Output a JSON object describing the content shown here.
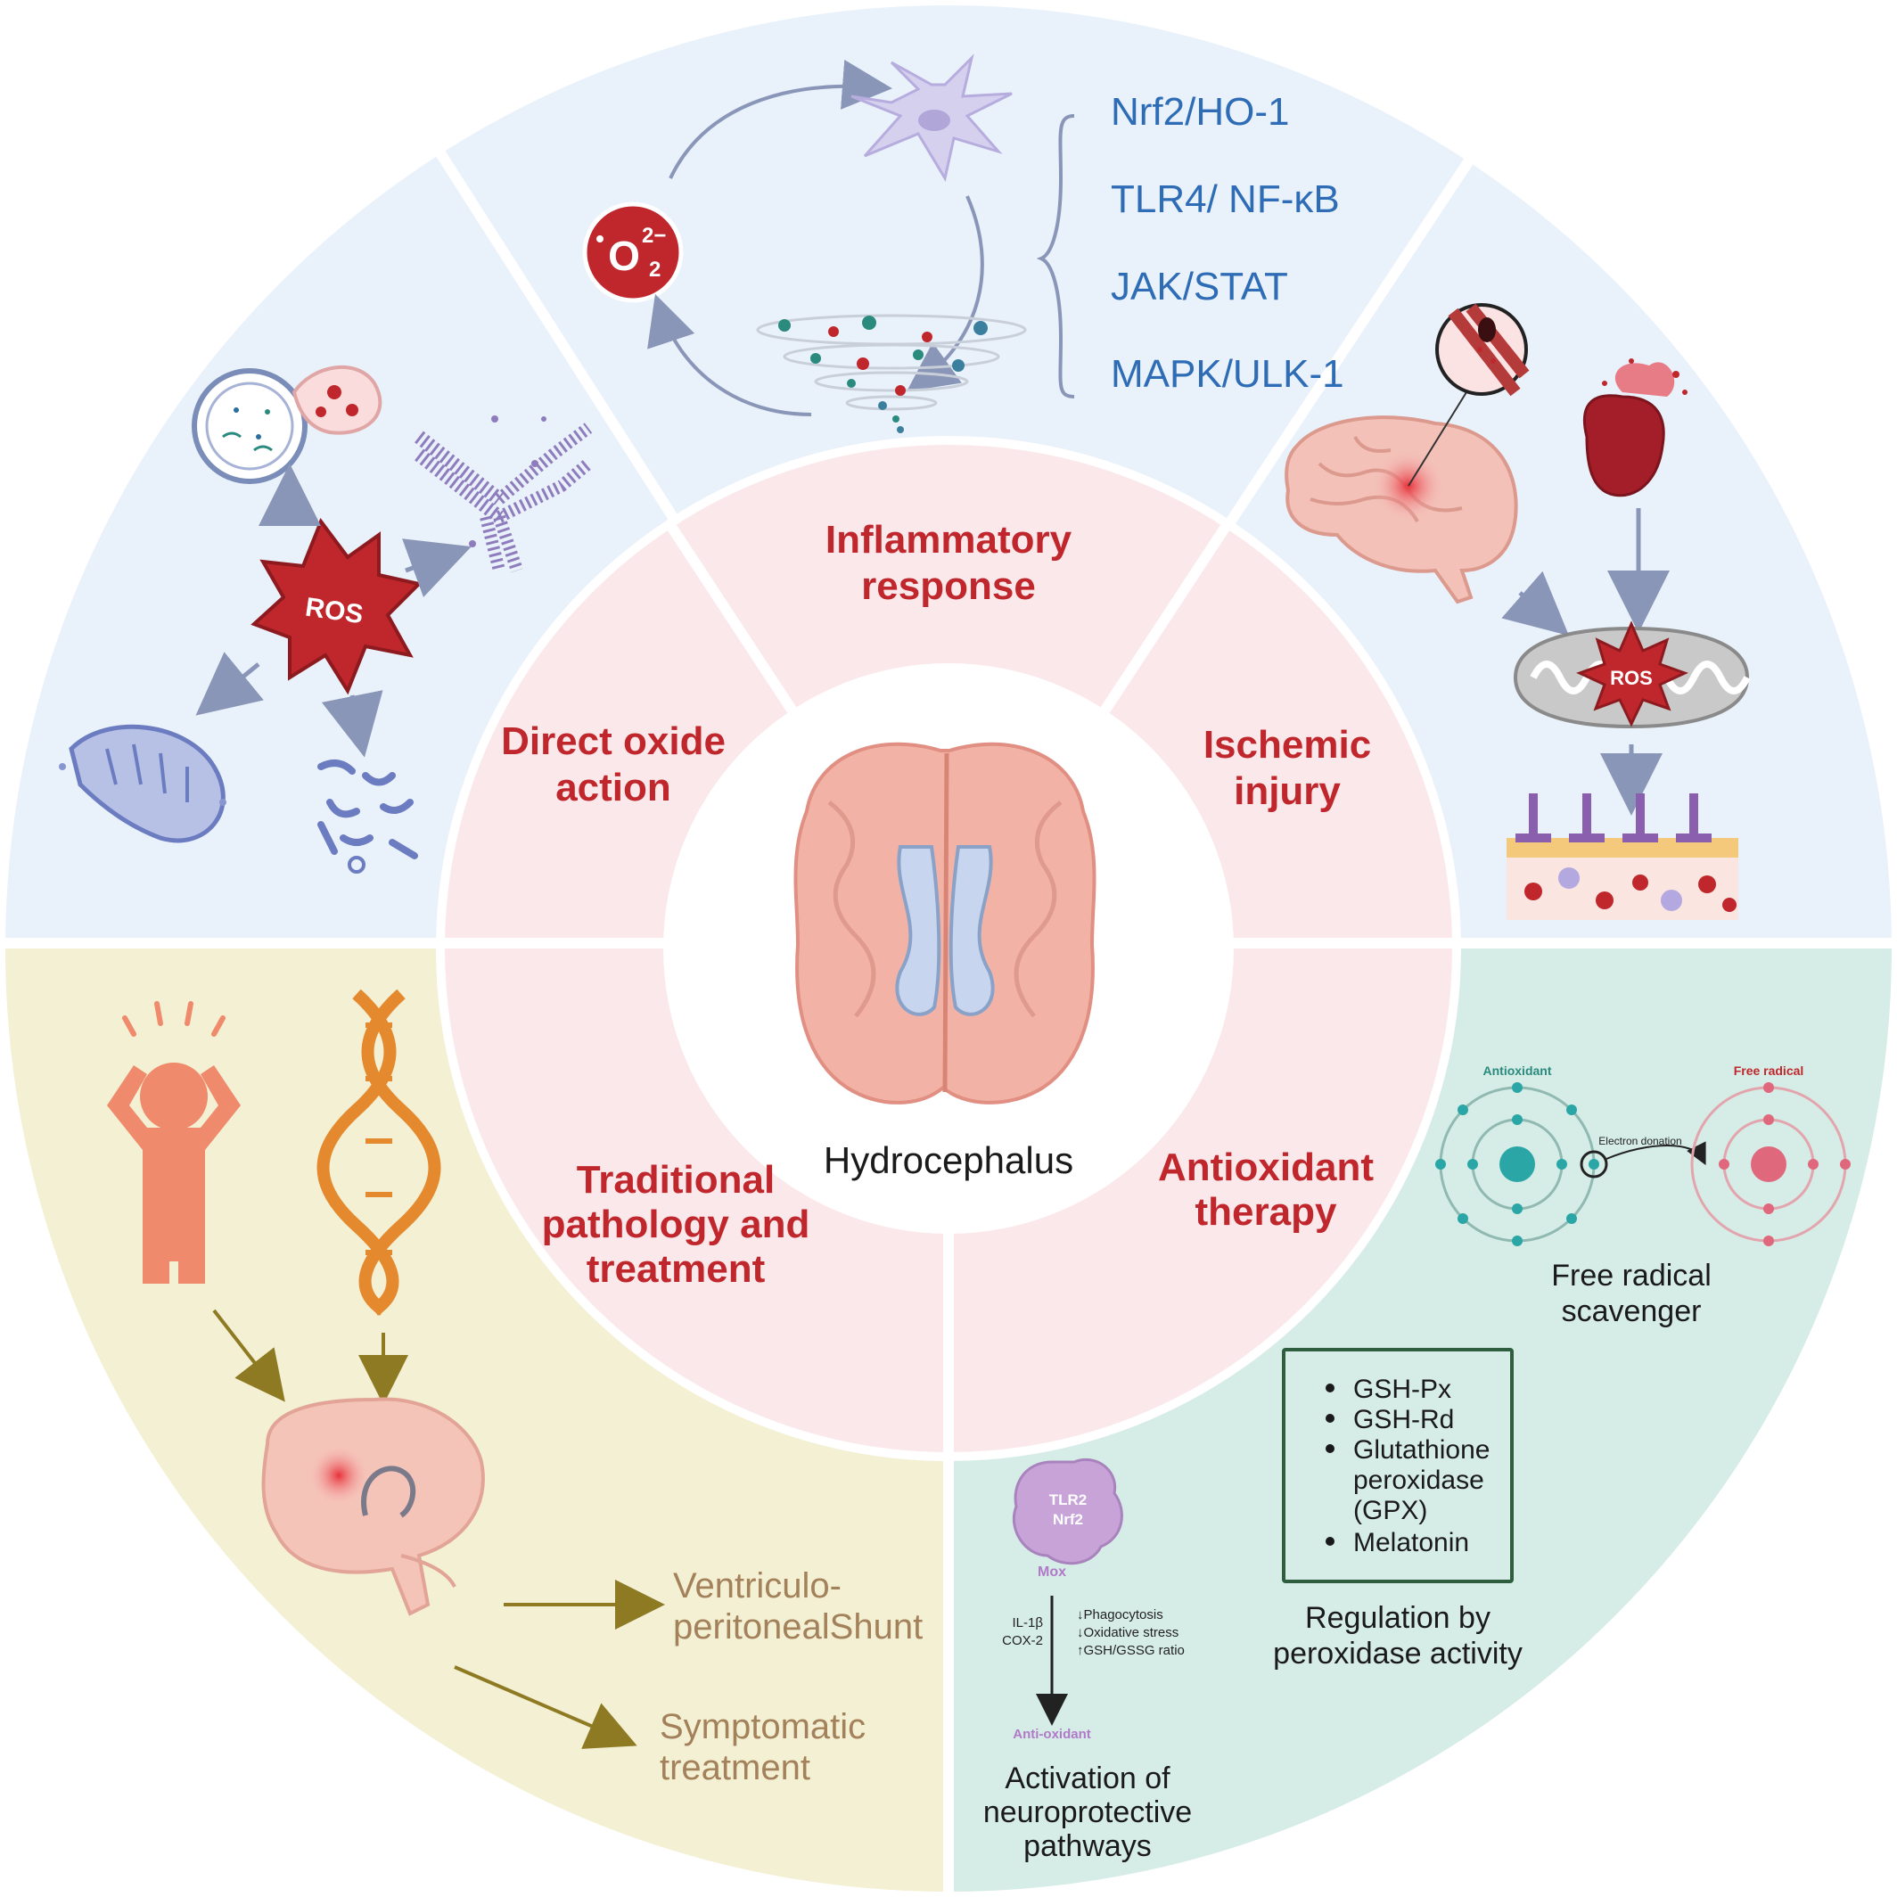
{
  "center": {
    "title": "Hydrocephalus"
  },
  "segments": {
    "inflammatory": [
      "Inflammatory",
      "response"
    ],
    "direct_oxide": [
      "Direct oxide",
      "action"
    ],
    "ischemic": [
      "Ischemic",
      "injury"
    ],
    "traditional": [
      "Traditional",
      "pathology and",
      "treatment"
    ],
    "antioxidant": [
      "Antioxidant",
      "therapy"
    ]
  },
  "inflammatory_panel": {
    "superoxide_label": "O",
    "superoxide_sub": "2",
    "superoxide_sup": "2−",
    "pathways": [
      "Nrf2/HO-1",
      "TLR4/ NF-κB",
      "JAK/STAT",
      "MAPK/ULK-1"
    ]
  },
  "direct_oxide_panel": {
    "ros_label": "ROS"
  },
  "ischemic_panel": {
    "ros_label": "ROS"
  },
  "traditional_panel": {
    "outcomes": [
      "Ventriculo-",
      "peritonealShunt",
      "Symptomatic",
      "treatment"
    ]
  },
  "antioxidant_panel": {
    "atom_left_label": "Antioxidant",
    "atom_right_label": "Free radical",
    "electron_donation": "Electron donation",
    "scavenger_caption": [
      "Free radical",
      "scavenger"
    ],
    "enzymes": [
      "GSH-Px",
      "GSH-Rd",
      "Glutathione",
      "peroxidase",
      "(GPX)",
      "Melatonin"
    ],
    "peroxidase_caption": [
      "Regulation by",
      "peroxidase activity"
    ],
    "mox_cell": [
      "TLR2",
      "Nrf2"
    ],
    "mox_label": "Mox",
    "cytokines": [
      "IL-1β",
      "COX-2"
    ],
    "effects": [
      "↓Phagocytosis",
      "↓Oxidative stress",
      "↑GSH/GSSG ratio"
    ],
    "anti_oxidant_label": "Anti-oxidant",
    "neuro_caption": [
      "Activation of",
      "neuroprotective",
      "pathways"
    ]
  },
  "colors": {
    "blue_panel": "#e9f1fb",
    "olive_panel": "#f3f0d3",
    "teal_panel": "#d6ece6",
    "pink_ring": "#fbe8ea",
    "title_red": "#c0272d",
    "pathway_blue": "#2e6cb5",
    "olive_text": "#a3815a"
  }
}
